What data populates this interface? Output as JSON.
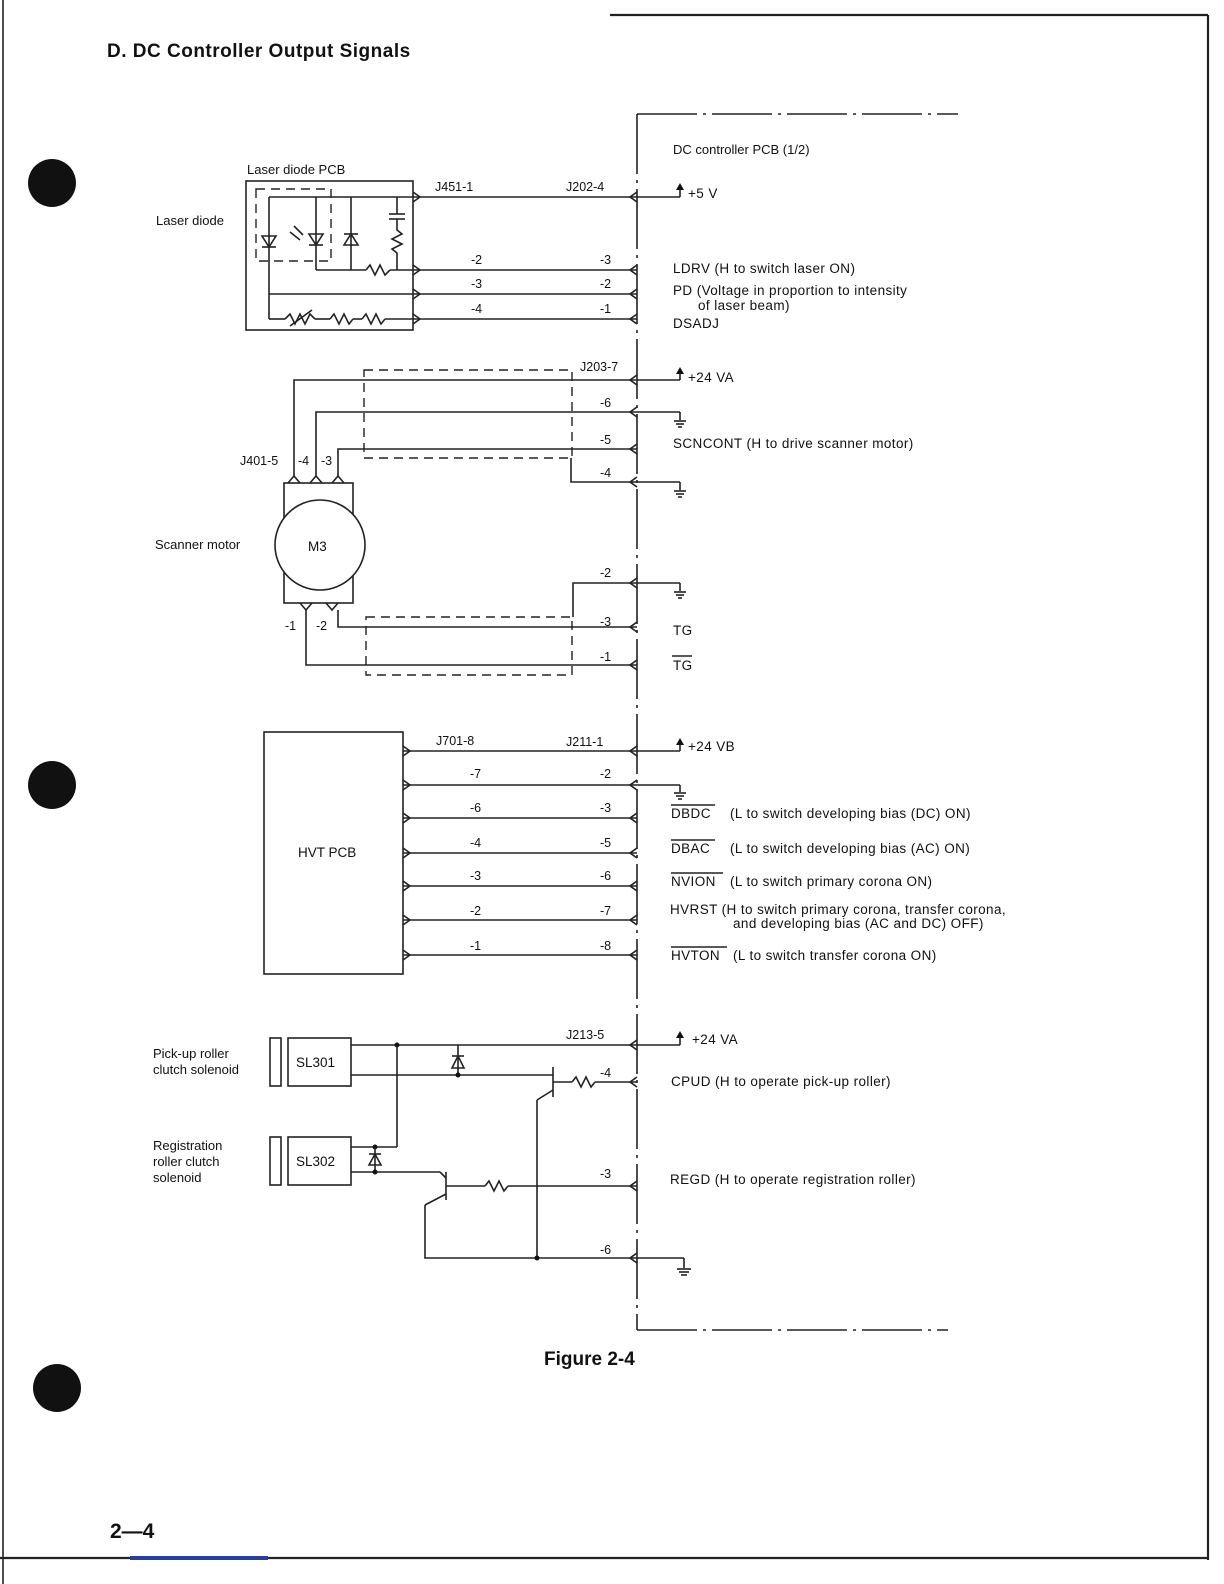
{
  "page": {
    "heading": "D.  DC Controller Output Signals",
    "figure_caption": "Figure 2-4",
    "page_number": "2—4"
  },
  "dc_controller": {
    "label": "DC controller PCB (1/2)"
  },
  "laser_section": {
    "pcb_label": "Laser diode PCB",
    "diode_label": "Laser diode",
    "left_connector": "J451-1",
    "right_connector": "J202-4",
    "left_pins": [
      "-2",
      "-3",
      "-4"
    ],
    "right_pins": [
      "-3",
      "-2",
      "-1"
    ],
    "signals": {
      "plus5v": "+5 V",
      "ldrv": "LDRV (H to switch laser ON)",
      "pd_line1": "PD (Voltage in proportion to intensity",
      "pd_line2": "of laser beam)",
      "dsadj": "DSADJ"
    }
  },
  "scanner_section": {
    "connector": "J203-7",
    "pins_upper": [
      "-6",
      "-5",
      "-4"
    ],
    "pins_lower": [
      "-2",
      "-3",
      "-1"
    ],
    "motor_connector_top": [
      "J401-5",
      "-4",
      "-3"
    ],
    "motor_connector_bottom": [
      "-1",
      "-2"
    ],
    "motor_label": "Scanner motor",
    "motor_id": "M3",
    "signals": {
      "plus24va": "+24 VA",
      "scncont": "SCNCONT (H to drive scanner motor)",
      "tg": "TG",
      "tg_bar": "TG"
    }
  },
  "hvt_section": {
    "pcb_label": "HVT PCB",
    "left_connector": "J701-8",
    "right_connector": "J211-1",
    "left_pins": [
      "-7",
      "-6",
      "-4",
      "-3",
      "-2",
      "-1"
    ],
    "right_pins": [
      "-2",
      "-3",
      "-5",
      "-6",
      "-7",
      "-8"
    ],
    "signals": {
      "plus24vb": "+24 VB",
      "dbdc_name": "DBDC",
      "dbdc_desc": "(L to switch developing bias (DC) ON)",
      "dbac_name": "DBAC",
      "dbac_desc": "(L to switch developing bias (AC) ON)",
      "nvion_name": "NVION",
      "nvion_desc": "(L to switch primary corona ON)",
      "hvrst_line1": "HVRST (H to switch primary corona, transfer corona,",
      "hvrst_line2": "and developing bias (AC and DC) OFF)",
      "hvton_name": "HVTON",
      "hvton_desc": "(L to switch transfer corona ON)"
    }
  },
  "solenoid_section": {
    "connector": "J213-5",
    "pins": [
      "-4",
      "-3",
      "-6"
    ],
    "sl301_id": "SL301",
    "sl301_label_line1": "Pick-up roller",
    "sl301_label_line2": "clutch solenoid",
    "sl302_id": "SL302",
    "sl302_label_line1": "Registration",
    "sl302_label_line2": "roller clutch",
    "sl302_label_line3": "solenoid",
    "signals": {
      "plus24va": "+24 VA",
      "cpud": "CPUD (H to operate pick-up roller)",
      "regd": "REGD (H to operate registration roller)"
    }
  }
}
